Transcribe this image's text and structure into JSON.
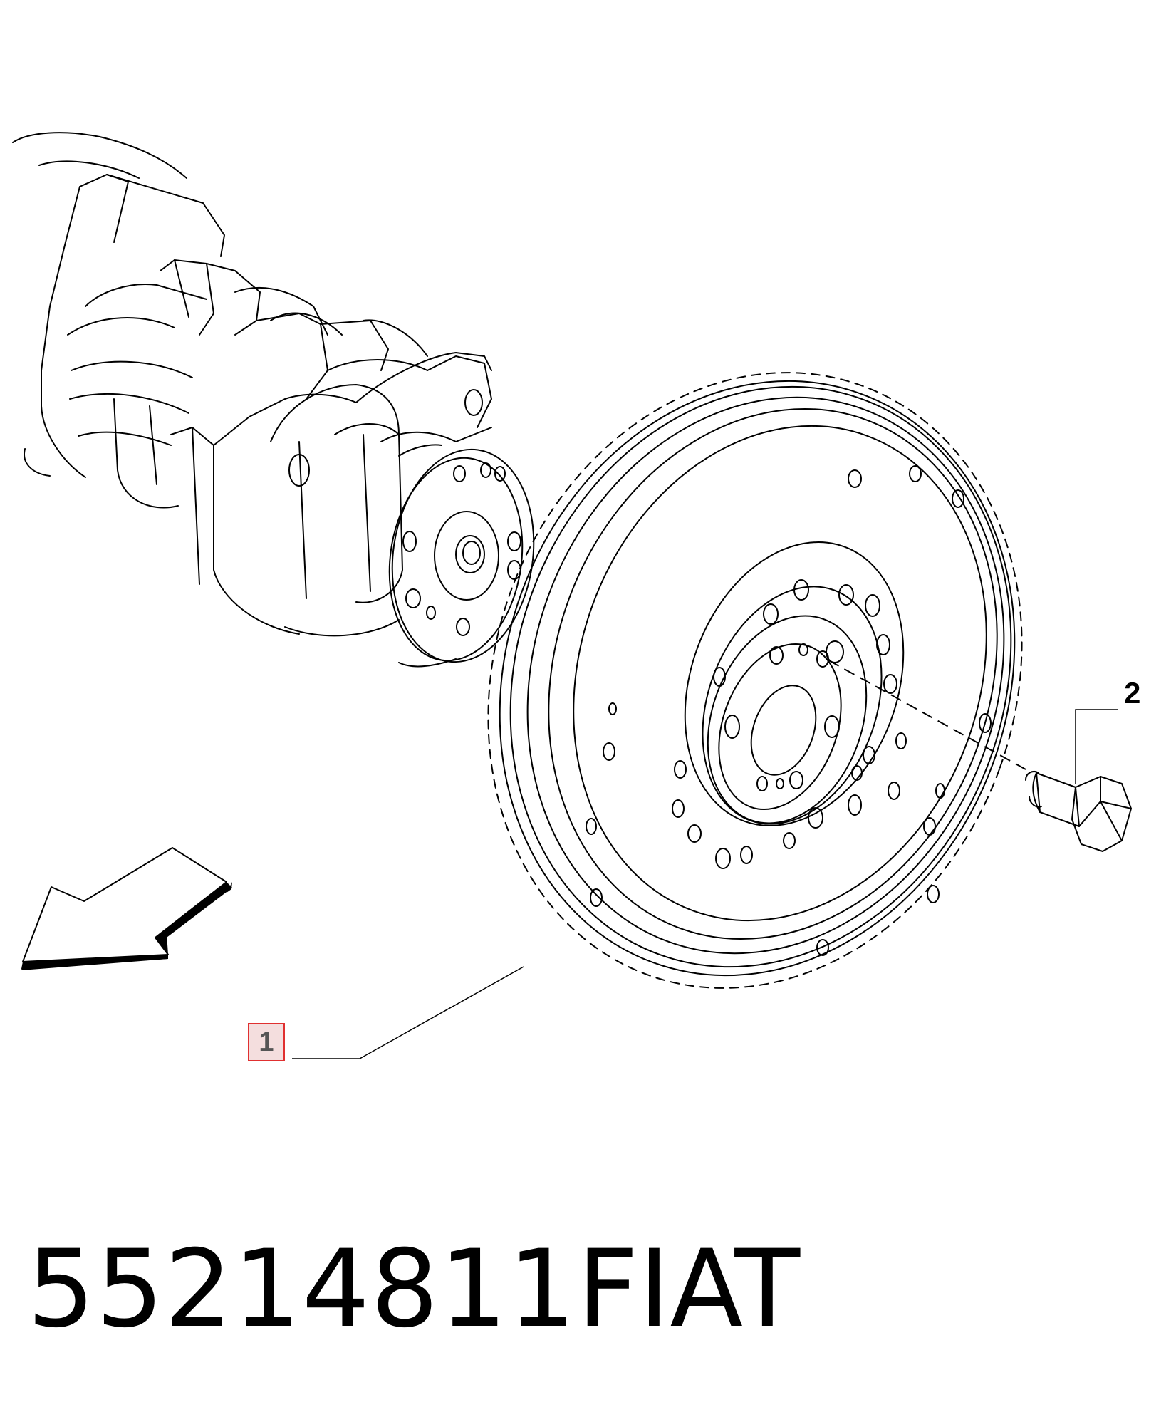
{
  "callouts": [
    {
      "label": "1",
      "part": "flywheel"
    },
    {
      "label": "2",
      "part": "bolt"
    }
  ],
  "caption": {
    "part_number": "55214811",
    "brand": "FIAT"
  },
  "colors": {
    "line": "#000000",
    "highlight_border": "#e03030",
    "highlight_fill": "#f4dede"
  }
}
